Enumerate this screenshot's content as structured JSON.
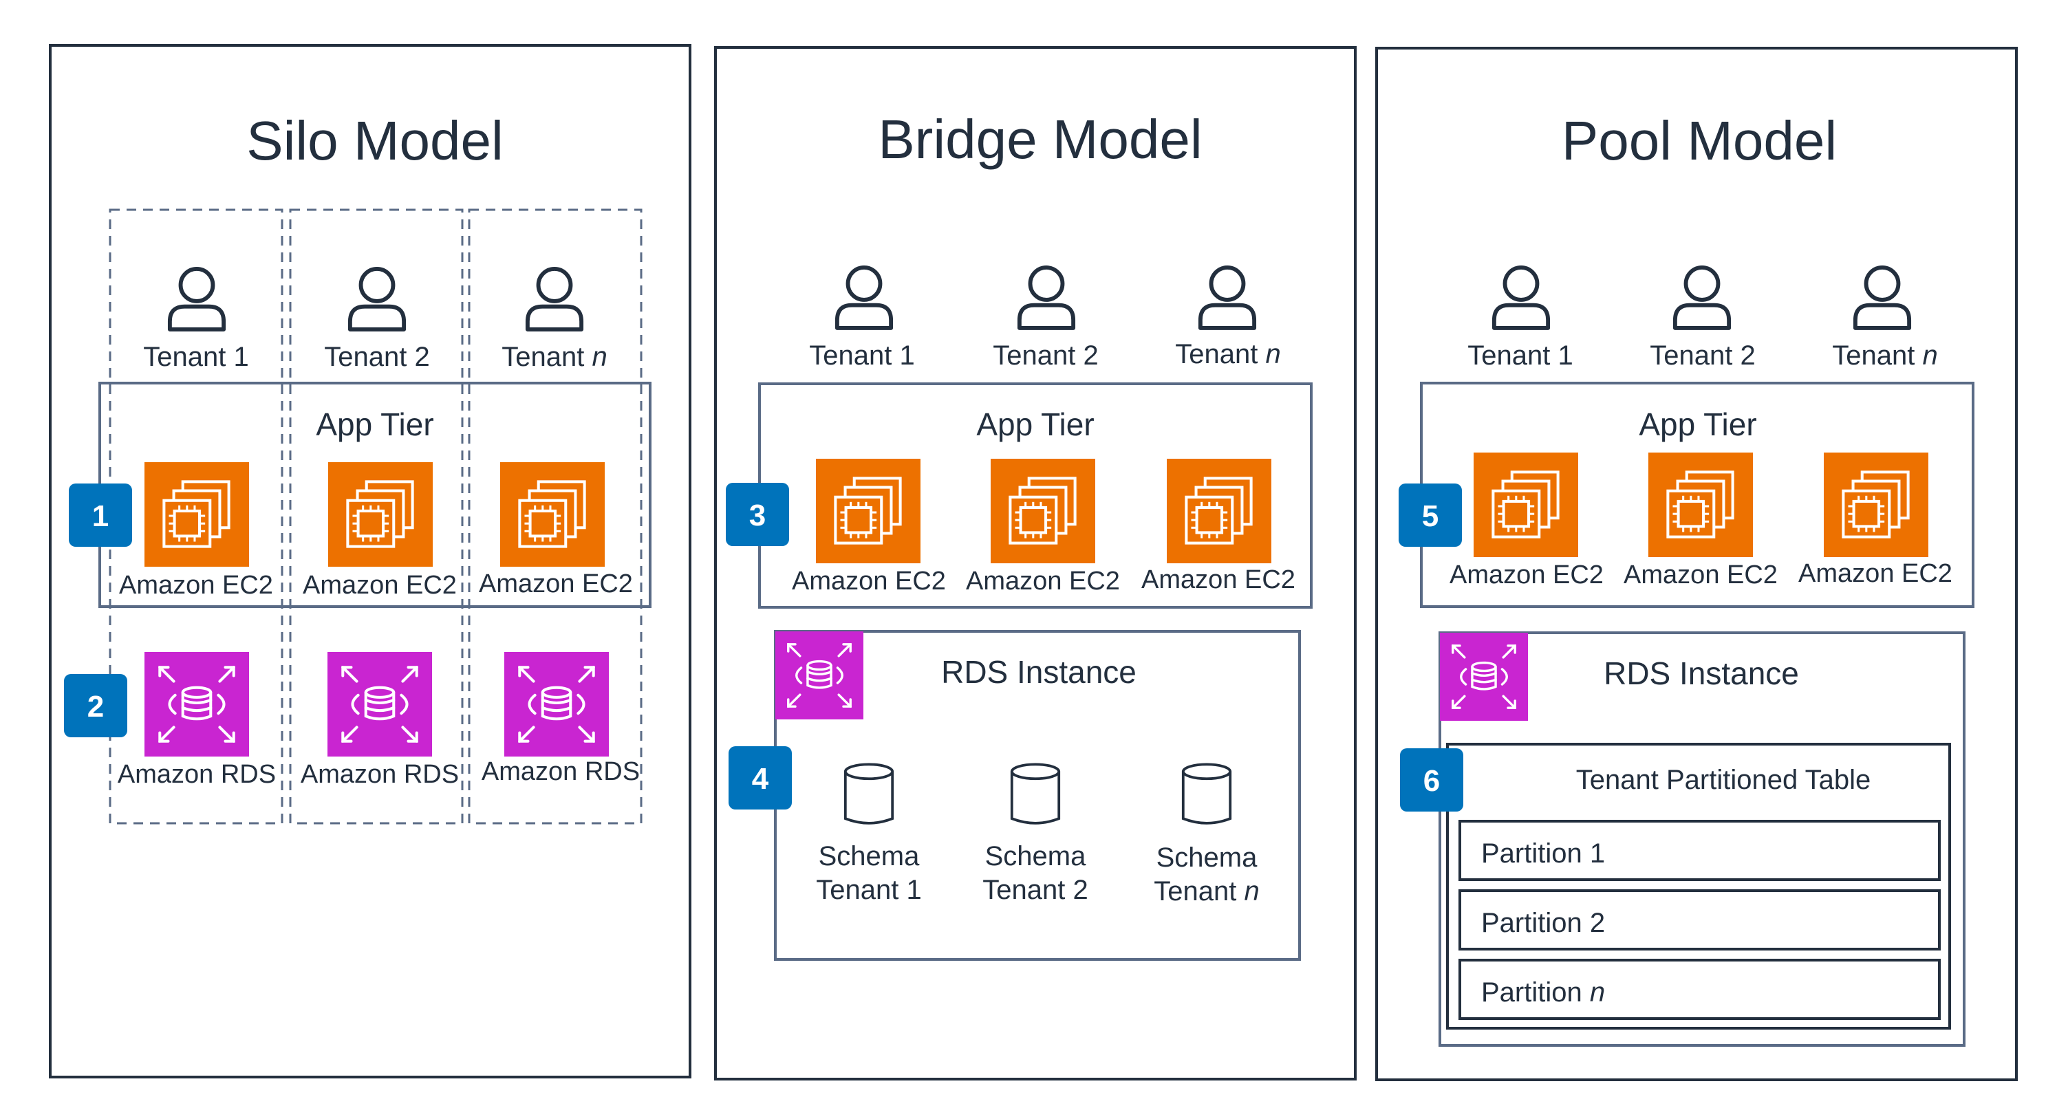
{
  "colors": {
    "ink": "#232f3e",
    "ec2": "#ed7100",
    "rds": "#c925d1",
    "badge": "#0073bb",
    "tier_border": "#5a6b86",
    "dashed": "#5a6b86"
  },
  "icons": {
    "user": "user-icon",
    "ec2": "ec2-chip-icon",
    "rds": "rds-database-icon",
    "schema": "database-cylinder-icon"
  },
  "silo": {
    "title": "Silo Model",
    "tenants": [
      {
        "name": "Tenant ",
        "suffix": "1",
        "italic": false
      },
      {
        "name": "Tenant ",
        "suffix": "2",
        "italic": false
      },
      {
        "name": "Tenant ",
        "suffix": "n",
        "italic": true
      }
    ],
    "app_tier": "App Tier",
    "ec2_label": "Amazon EC2",
    "rds_label": "Amazon RDS",
    "badges": [
      "1",
      "2"
    ]
  },
  "bridge": {
    "title": "Bridge Model",
    "tenants": [
      {
        "name": "Tenant ",
        "suffix": "1",
        "italic": false
      },
      {
        "name": "Tenant ",
        "suffix": "2",
        "italic": false
      },
      {
        "name": "Tenant ",
        "suffix": "n",
        "italic": true
      }
    ],
    "app_tier": "App Tier",
    "ec2_label": "Amazon EC2",
    "rds_instance": "RDS Instance",
    "schema_word": "Schema",
    "schemas": [
      {
        "name": "Tenant ",
        "suffix": "1",
        "italic": false
      },
      {
        "name": "Tenant ",
        "suffix": "2",
        "italic": false
      },
      {
        "name": "Tenant ",
        "suffix": "n",
        "italic": true
      }
    ],
    "badges": [
      "3",
      "4"
    ]
  },
  "pool": {
    "title": "Pool Model",
    "tenants": [
      {
        "name": "Tenant ",
        "suffix": "1",
        "italic": false
      },
      {
        "name": "Tenant ",
        "suffix": "2",
        "italic": false
      },
      {
        "name": "Tenant ",
        "suffix": "n",
        "italic": true
      }
    ],
    "app_tier": "App Tier",
    "ec2_label": "Amazon EC2",
    "rds_instance": "RDS Instance",
    "table_title": "Tenant Partitioned Table",
    "partitions": [
      {
        "name": "Partition ",
        "suffix": "1",
        "italic": false
      },
      {
        "name": "Partition ",
        "suffix": "2",
        "italic": false
      },
      {
        "name": "Partition ",
        "suffix": "n",
        "italic": true
      }
    ],
    "badges": [
      "5",
      "6"
    ]
  }
}
